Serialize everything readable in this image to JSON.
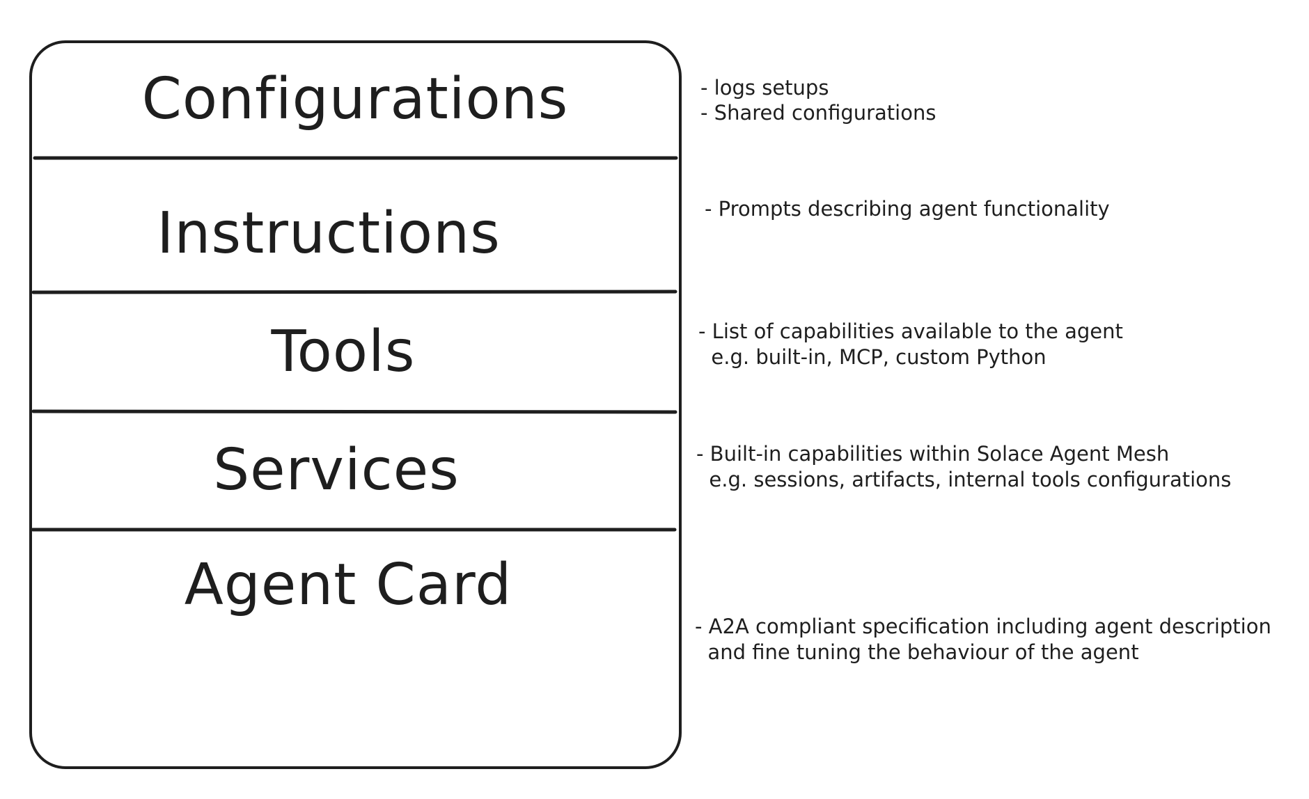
{
  "colors": {
    "ink": "#1e1e1e",
    "background": "#ffffff"
  },
  "stack": {
    "sections": [
      {
        "title": "Configurations"
      },
      {
        "title": "Instructions"
      },
      {
        "title": "Tools"
      },
      {
        "title": "Services"
      },
      {
        "title": "Agent Card"
      }
    ]
  },
  "notes": [
    {
      "lines": [
        "- logs setups",
        "- Shared configurations"
      ]
    },
    {
      "lines": [
        "- Prompts describing agent functionality"
      ]
    },
    {
      "lines": [
        "- List of capabilities available to the agent",
        "  e.g. built-in, MCP, custom Python"
      ]
    },
    {
      "lines": [
        "- Built-in capabilities within Solace Agent Mesh",
        "  e.g. sessions, artifacts, internal tools configurations"
      ]
    },
    {
      "lines": [
        "- A2A compliant specification including agent description",
        "  and fine tuning the behaviour of the agent"
      ]
    }
  ]
}
